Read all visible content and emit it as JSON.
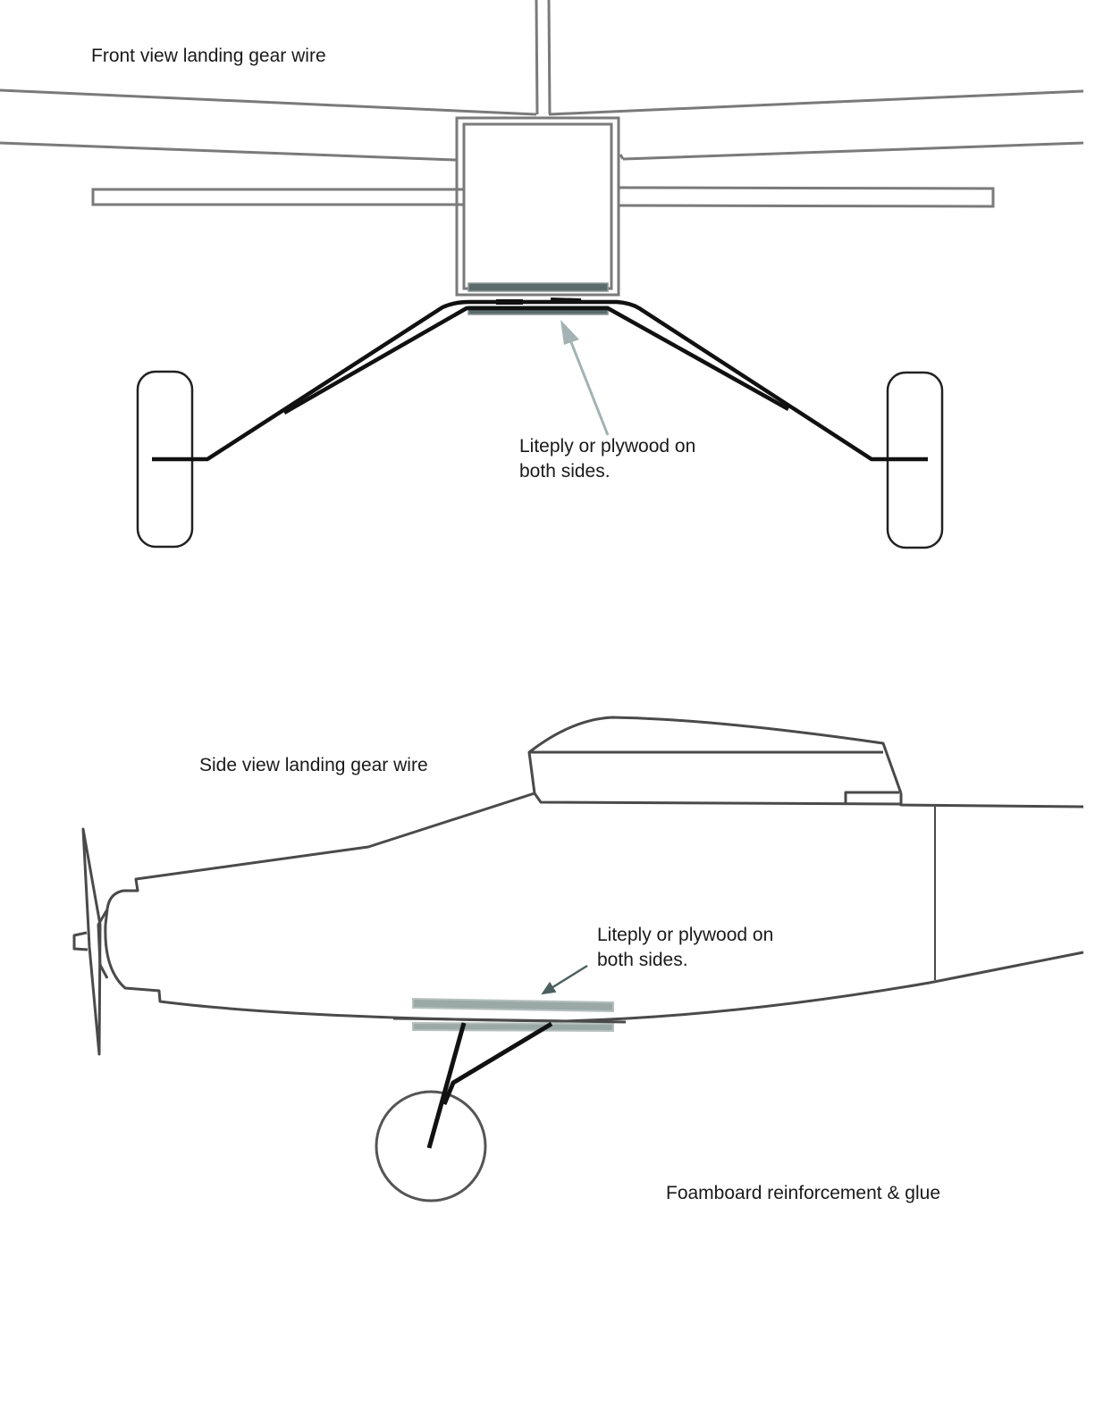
{
  "front_view": {
    "title": "Front view landing gear wire",
    "annotation_line1": "Liteply or plywood on",
    "annotation_line2": "both sides."
  },
  "side_view": {
    "title": "Side view landing gear wire",
    "annotation_line1": "Liteply or plywood on",
    "annotation_line2": "both sides.",
    "note": "Foamboard reinforcement & glue"
  },
  "colors": {
    "outline": "#7a7a7a",
    "fuselage": "#4a4a4a",
    "wire": "#111111",
    "plywood_front": "#5b6b6b",
    "plywood_side": "#9aa8a6",
    "arrow_front": "#a3b3b3",
    "arrow_side": "#4d6060"
  }
}
